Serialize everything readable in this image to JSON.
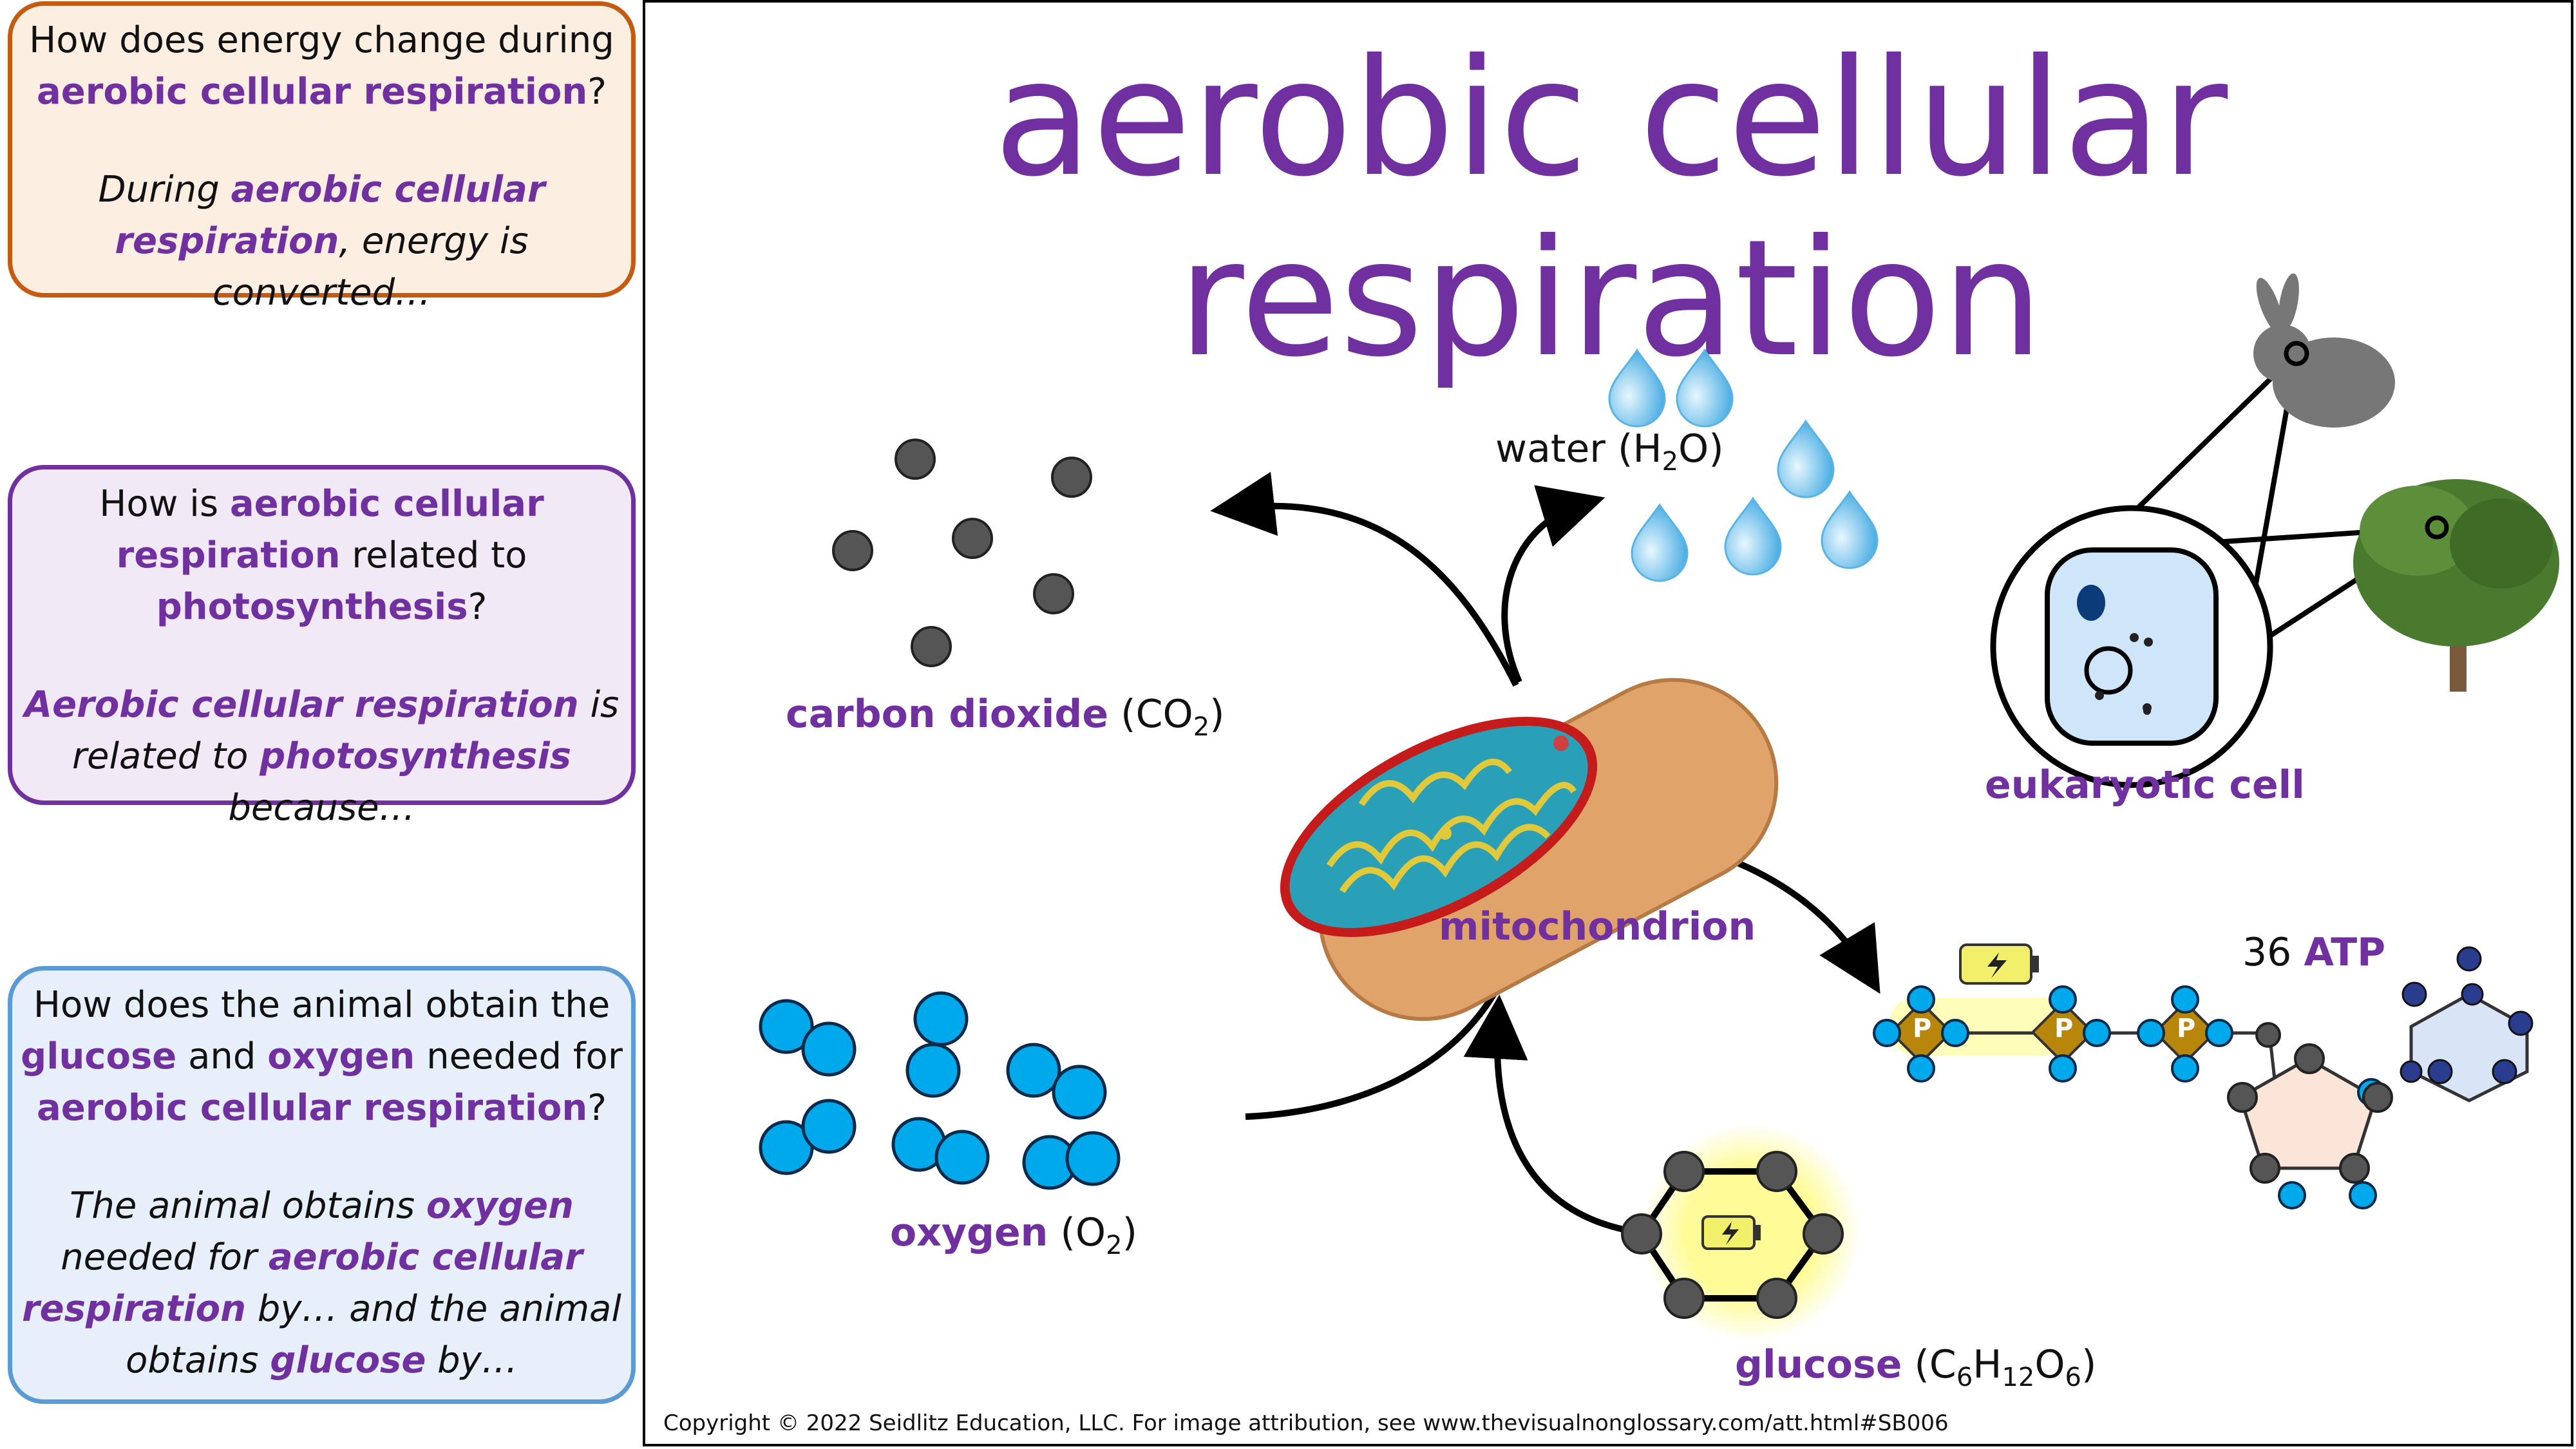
{
  "sidebar": {
    "q1": {
      "question_pre": "How does energy change during ",
      "question_term": "aerobic cellular respiration",
      "question_post": "?",
      "answer_pre": "During ",
      "answer_term": "aerobic cellular respiration",
      "answer_post": ", energy is converted…"
    },
    "q2": {
      "question_pre": "How is ",
      "question_term": "aerobic cellular respiration",
      "question_mid": " related to ",
      "question_term2": "photosynthesis",
      "question_post": "?",
      "answer_term": "Aerobic cellular respiration",
      "answer_mid": " is related to ",
      "answer_term2": "photosynthesis",
      "answer_post": " because…"
    },
    "q3": {
      "question_pre": "How does the animal obtain the ",
      "question_term": "glucose",
      "question_mid": " and ",
      "question_term2": "oxygen",
      "question_mid2": " needed for ",
      "question_term3": "aerobic cellular respiration",
      "question_post": "?",
      "answer_pre": "The animal obtains ",
      "answer_term": "oxygen",
      "answer_mid": " needed for ",
      "answer_term2": "aerobic cellular respiration",
      "answer_mid2": " by… and the animal obtains ",
      "answer_term3": "glucose",
      "answer_post": " by…"
    }
  },
  "main": {
    "title": "aerobic cellular respiration",
    "labels": {
      "carbon_dioxide": {
        "name": "carbon dioxide",
        "formula_pre": "(CO",
        "formula_sub": "2",
        "formula_post": ")"
      },
      "water": {
        "name": "water",
        "formula_pre": "(H",
        "formula_sub": "2",
        "formula_post": "O)"
      },
      "oxygen": {
        "name": "oxygen",
        "formula_pre": "(O",
        "formula_sub": "2",
        "formula_post": ")"
      },
      "mitochondrion": "mitochondrion",
      "eukaryotic_cell": "eukaryotic cell",
      "glucose": {
        "name": "glucose",
        "f1": "(C",
        "s1": "6",
        "f2": "H",
        "s2": "12",
        "f3": "O",
        "s3": "6",
        "f4": ")"
      },
      "atp": {
        "count": "36",
        "name": "ATP"
      },
      "phosphate": "P"
    },
    "copyright": "Copyright © 2022 Seidlitz Education, LLC.  For image attribution, see www.thevisualnonglossary.com/att.html#SB006"
  },
  "colors": {
    "accent_purple": "#7030a0",
    "box1_border": "#c55a11",
    "box2_border": "#7030a0",
    "box3_border": "#5b9bd5",
    "oxygen_blue": "#00a8ec",
    "co2_gray": "#555555",
    "phosphate_gold": "#b8860b"
  },
  "icons": [
    "rabbit-icon",
    "tree-icon",
    "water-drop-icon",
    "battery-icon",
    "mitochondrion-icon",
    "cell-icon"
  ]
}
